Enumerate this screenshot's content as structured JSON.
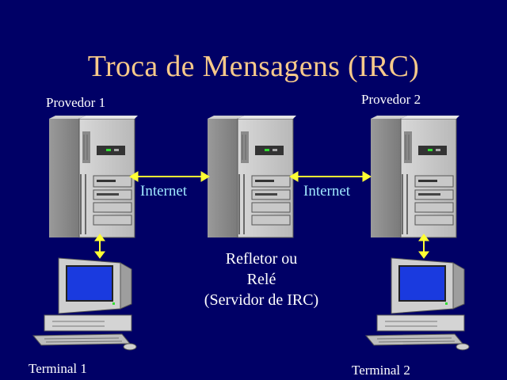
{
  "title": "Troca de Mensagens (IRC)",
  "nodes": {
    "provider1": "Provedor 1",
    "provider2": "Provedor 2",
    "terminal1": "Terminal 1",
    "terminal2": "Terminal 2",
    "relay": [
      "Refletor ou",
      "Relé",
      "(Servidor de IRC)"
    ]
  },
  "links": {
    "left": "Internet",
    "right": "Internet"
  },
  "colors": {
    "background": "#000066",
    "title": "#F7C98A",
    "link_text": "#9FE8FF",
    "arrow": "#FFFF33"
  }
}
